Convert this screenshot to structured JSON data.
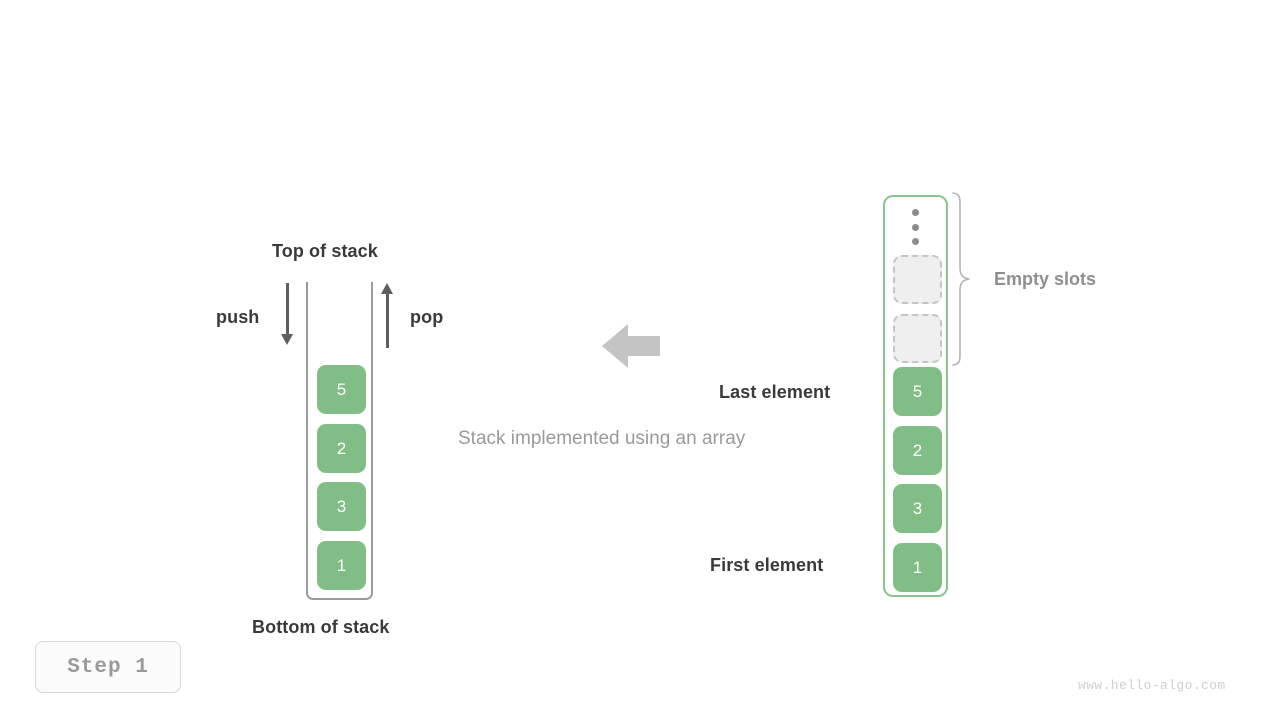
{
  "diagram": {
    "caption": "Stack implemented using an array",
    "step_badge": "Step  1",
    "watermark": "www.hello-algo.com",
    "colors": {
      "element_fill": "#81bd86",
      "element_text": "#ffffff",
      "empty_slot_fill": "#efefef",
      "empty_slot_border": "#c4c4c4",
      "array_border": "#8bc48f",
      "stack_wall": "#9b9b9b",
      "arrow": "#5e5e5e",
      "center_arrow": "#c4c4c4",
      "label_dark": "#3a3a3a",
      "label_gray": "#8f8f8f",
      "caption_gray": "#9a9a9a"
    }
  },
  "left_stack": {
    "top_label": "Top of stack",
    "bottom_label": "Bottom of stack",
    "push_label": "push",
    "pop_label": "pop",
    "elements": [
      {
        "value": "5"
      },
      {
        "value": "2"
      },
      {
        "value": "3"
      },
      {
        "value": "1"
      }
    ]
  },
  "right_array": {
    "ellipsis": "vertical-ellipsis",
    "empty_slots_label": "Empty slots",
    "last_element_label": "Last element",
    "first_element_label": "First element",
    "empty_slot_count": 2,
    "elements": [
      {
        "value": "5"
      },
      {
        "value": "2"
      },
      {
        "value": "3"
      },
      {
        "value": "1"
      }
    ]
  }
}
